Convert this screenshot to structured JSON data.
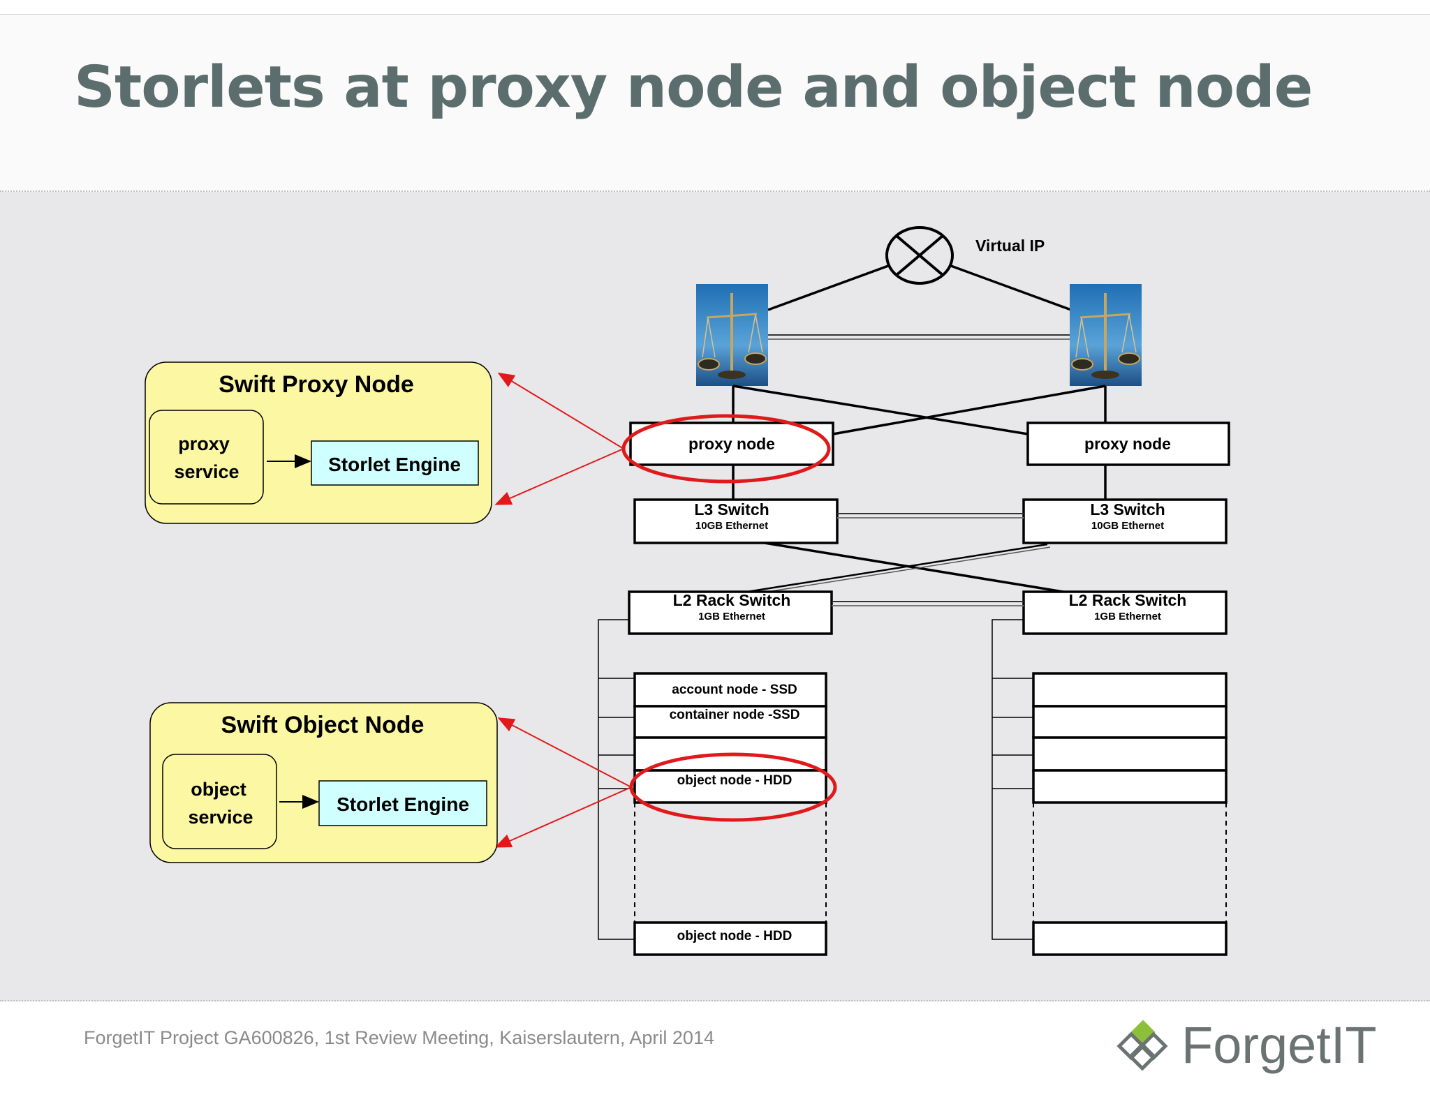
{
  "slide": {
    "title": "Storlets at proxy node and object node",
    "footer": "ForgetIT Project GA600826, 1st Review Meeting, Kaiserslautern, April 2014",
    "brand": "ForgetIT"
  },
  "diagram": {
    "virtual_ip": "Virtual IP",
    "proxy_callout": {
      "title": "Swift Proxy Node",
      "service": [
        "proxy",
        "service"
      ],
      "engine": "Storlet Engine"
    },
    "object_callout": {
      "title": "Swift Object Node",
      "service": [
        "object",
        "service"
      ],
      "engine": "Storlet Engine"
    },
    "proxy_node_left": "proxy node",
    "proxy_node_right": "proxy node",
    "l3_switch": {
      "name": "L3 Switch",
      "speed": "10GB Ethernet"
    },
    "l2_switch": {
      "name": "L2 Rack Switch",
      "speed": "1GB Ethernet"
    },
    "storage_nodes": {
      "account": "account node - SSD",
      "container": "container node -SSD",
      "object": "object node - HDD",
      "object_last": "object node - HDD"
    },
    "colors": {
      "callout_fill": "#fbf7a2",
      "engine_fill": "#cfffff",
      "highlight": "#e01a1a",
      "arrow": "#e01a1a"
    }
  }
}
